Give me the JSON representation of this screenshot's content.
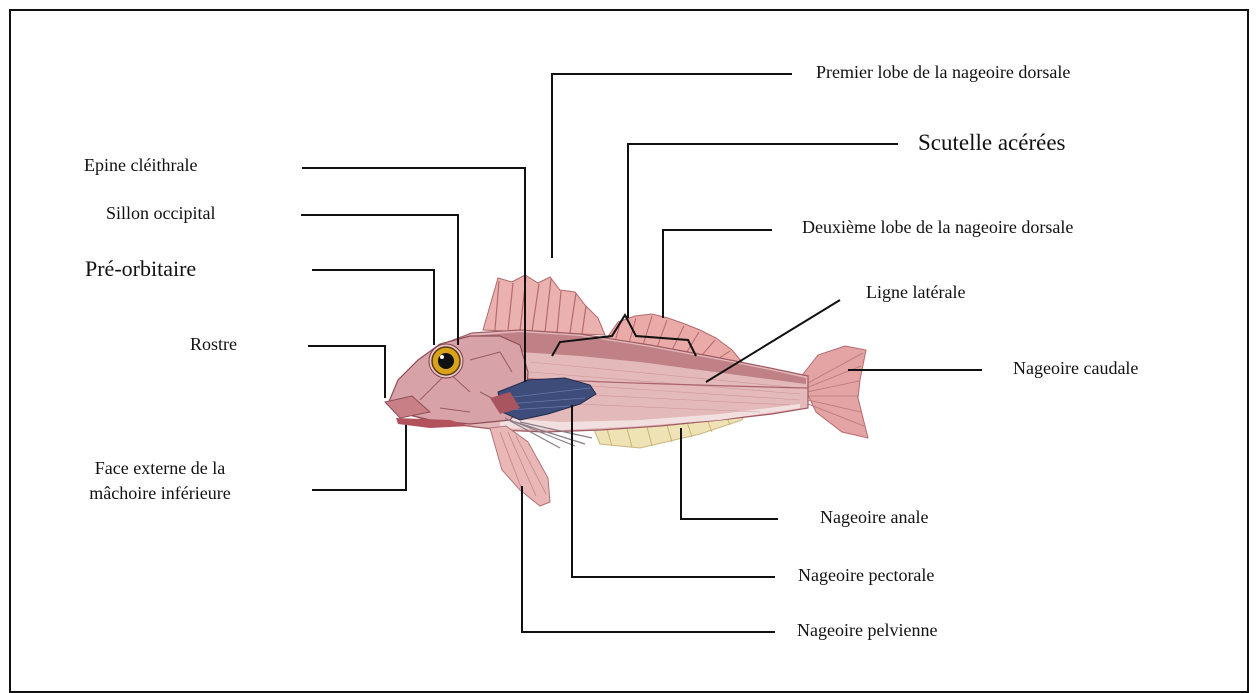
{
  "labels": {
    "premier_lobe": "Premier lobe de la nageoire dorsale",
    "scutelle": "Scutelle acérées",
    "deuxieme_lobe": "Deuxième lobe de la nageoire dorsale",
    "ligne_laterale": "Ligne latérale",
    "nageoire_caudale": "Nageoire caudale",
    "nageoire_anale": "Nageoire anale",
    "nageoire_pectorale": "Nageoire pectorale",
    "nageoire_pelvienne": "Nageoire pelvienne",
    "epine_cleithrale": "Epine cléithrale",
    "sillon_occipital": "Sillon occipital",
    "pre_orbitaire": "Pré-orbitaire",
    "rostre": "Rostre",
    "face_externe_l1": "Face externe de la",
    "face_externe_l2": "mâchoire inférieure"
  },
  "colors": {
    "line": "#111111",
    "body": "#e2b7b7",
    "body_dark": "#b86f74",
    "fin": "#e8a6a4",
    "pectoral": "#3e4c7a",
    "anal": "#efe3b8",
    "eye": "#d8a21a"
  }
}
